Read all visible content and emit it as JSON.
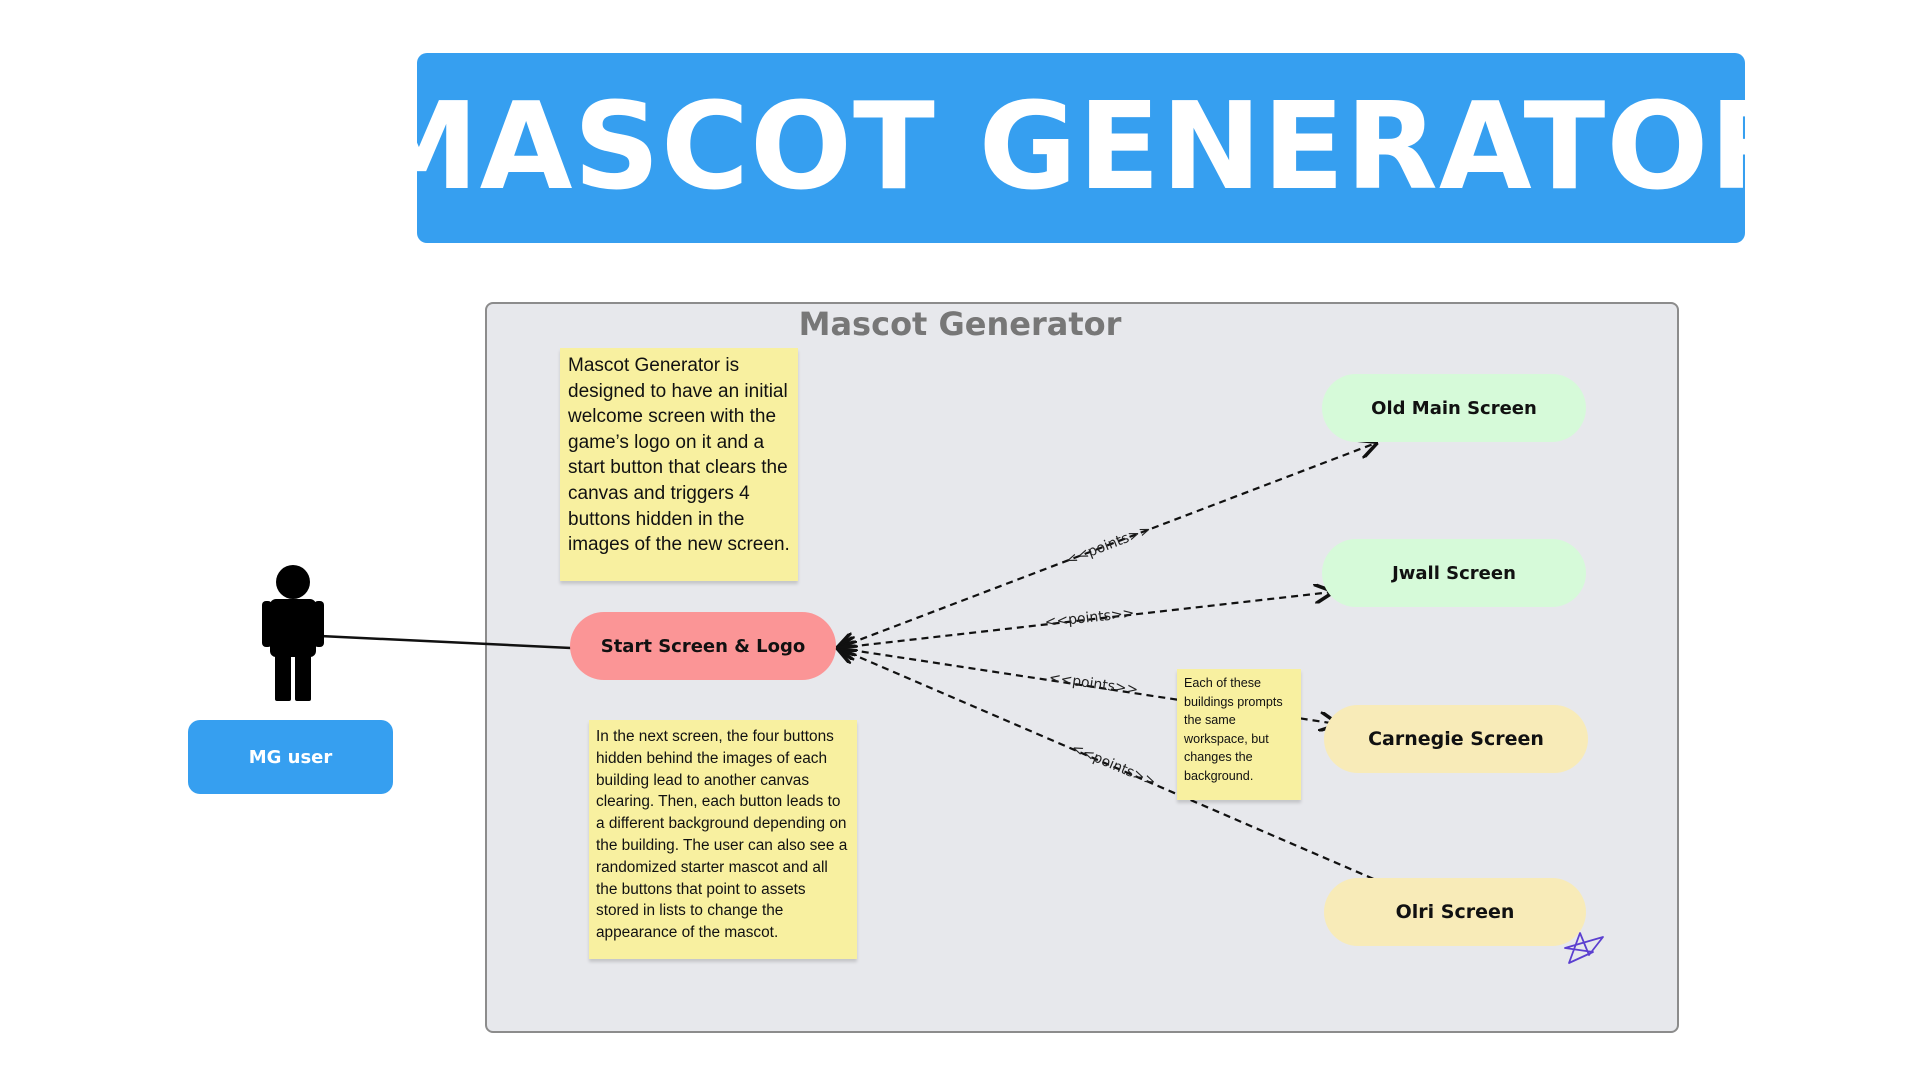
{
  "banner": {
    "title": "MASCOT GENERATOR"
  },
  "system": {
    "title": "Mascot Generator"
  },
  "actor": {
    "label": "MG user"
  },
  "use_cases": {
    "start": "Start Screen & Logo",
    "old_main": "Old Main Screen",
    "jwall": "Jwall Screen",
    "carnegie": "Carnegie Screen",
    "olri": "Olri Screen"
  },
  "notes": {
    "intro": "Mascot Generator is designed to have an initial welcome screen with the game’s logo on it and a start button that clears the canvas and triggers 4 buttons hidden in the images of the new screen.",
    "next_screen": "In the next screen, the four buttons hidden behind the images of each building lead to another canvas clearing. Then, each button leads to a different background depending on the building. The user can also see a randomized starter mascot and all the buttons that point to assets stored in lists to change the appearance of the mascot.",
    "buildings": "Each of these buildings prompts the same workspace, but changes the background."
  },
  "edge_labels": {
    "old_main": "<<points>>",
    "jwall": "<<points>>",
    "carnegie": "<<points>>",
    "olri": "<<points>>"
  },
  "colors": {
    "banner": "#369ff0",
    "start_pill": "#fb9596",
    "green_pill": "#d6fad9",
    "yellow_pill": "#f8ebb8",
    "sticky_note": "#f8f0a0",
    "boundary": "#e7e8ec",
    "annotation_ink": "#5b3fd0"
  }
}
